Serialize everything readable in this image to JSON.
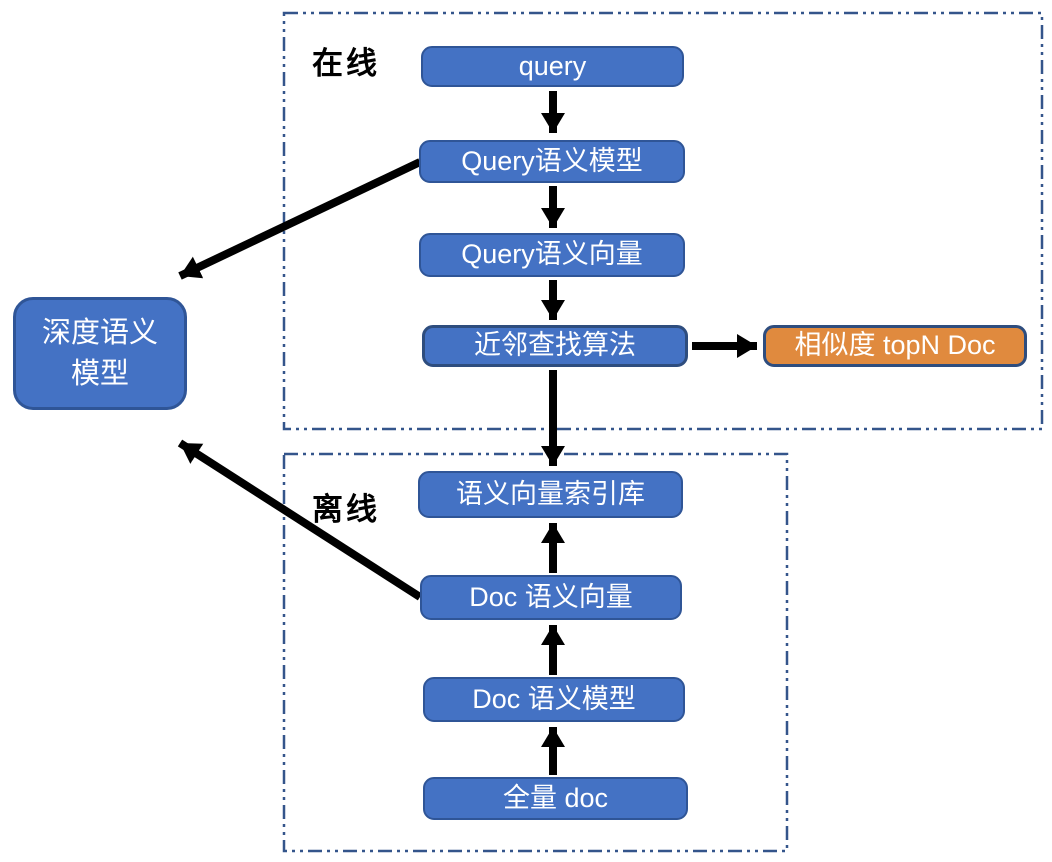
{
  "diagram": {
    "sections": {
      "online": {
        "label": "在线"
      },
      "offline": {
        "label": "离线"
      }
    },
    "nodes": {
      "query": {
        "label": "query"
      },
      "query_semantic_model": {
        "label": "Query语义模型"
      },
      "query_semantic_vector": {
        "label": "Query语义向量"
      },
      "nearest_neighbor_search": {
        "label": "近邻查找算法"
      },
      "topn_doc": {
        "label": "相似度 topN Doc"
      },
      "semantic_vector_index": {
        "label": "语义向量索引库"
      },
      "doc_semantic_vector": {
        "label": "Doc 语义向量"
      },
      "doc_semantic_model": {
        "label": "Doc 语义模型"
      },
      "full_doc": {
        "label": "全量 doc"
      },
      "deep_semantic_model": {
        "label_lines": [
          "深度语义",
          "模型"
        ]
      }
    },
    "colors": {
      "node_fill": "#4472C4",
      "node_border": "#2F5597",
      "highlight_fill": "#E08A3E",
      "highlight_border": "#2E4D7E",
      "container_border": "#34558B",
      "arrow": "#000000",
      "node_text": "#FFFFFF",
      "label_text": "#000000"
    }
  }
}
